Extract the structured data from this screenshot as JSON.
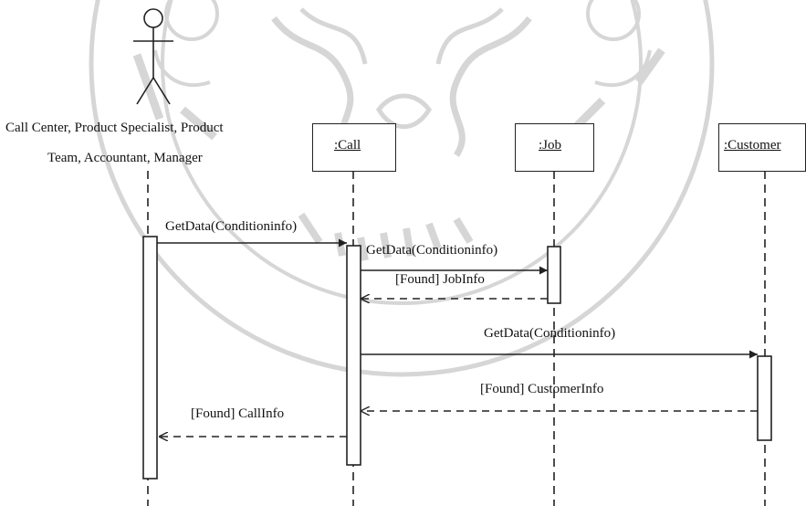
{
  "actor": {
    "icon": "stick-figure-icon",
    "name_line1": "Call Center, Product Specialist, Product",
    "name_line2": "Team, Accountant, Manager"
  },
  "objects": {
    "call": ":Call",
    "job": ":Job",
    "customer": ":Customer"
  },
  "messages": {
    "m1": "GetData(Conditioninfo)",
    "m2": "GetData(Conditioninfo)",
    "m3": "[Found] JobInfo",
    "m4": "GetData(Conditioninfo)",
    "m5": "[Found] CustomerInfo",
    "m6": "[Found] CallInfo"
  },
  "colors": {
    "line": "#222222",
    "watermark": "#d4d4d4"
  }
}
